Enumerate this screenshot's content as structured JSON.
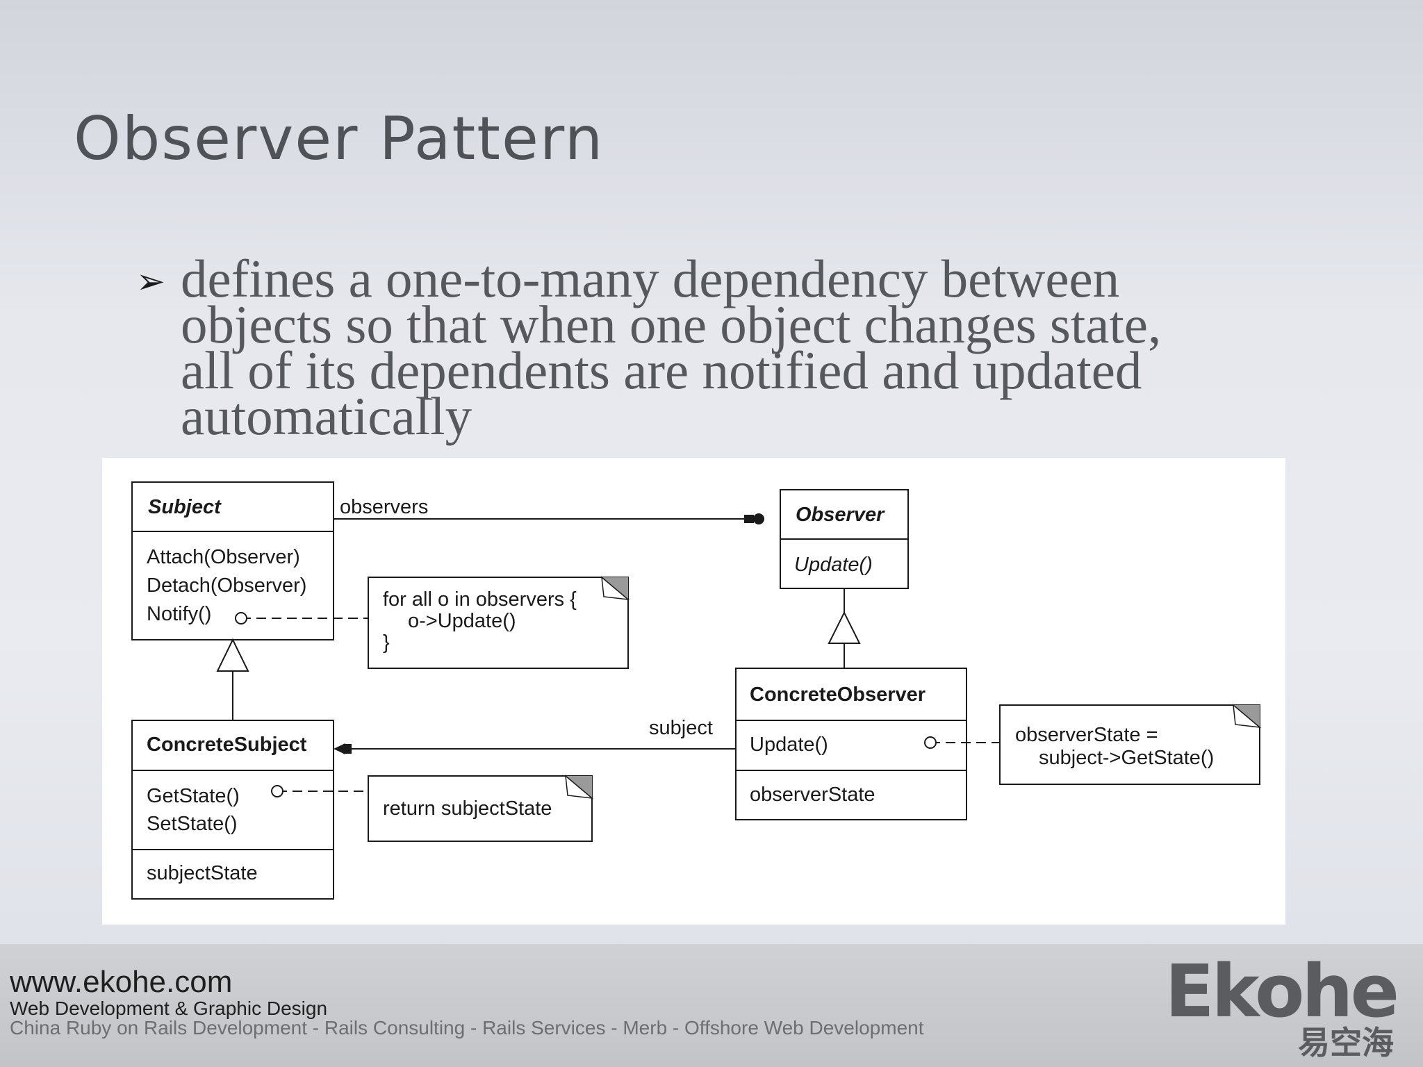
{
  "slide": {
    "title": "Observer Pattern",
    "bullet": "defines a one-to-many dependency between objects so that when one object changes state, all of its dependents are notified and updated automatically"
  },
  "diagram": {
    "subject": {
      "name": "Subject",
      "ops": [
        "Attach(Observer)",
        "Detach(Observer)",
        "Notify()"
      ]
    },
    "observer": {
      "name": "Observer",
      "ops": [
        "Update()"
      ]
    },
    "concrete_subject": {
      "name": "ConcreteSubject",
      "ops": [
        "GetState()",
        "SetState()"
      ],
      "state": "subjectState"
    },
    "concrete_observer": {
      "name": "ConcreteObserver",
      "ops": [
        "Update()"
      ],
      "state": "observerState"
    },
    "notes": {
      "notify": [
        "for all o in observers {",
        "o->Update()",
        "}"
      ],
      "getstate": "return subjectState",
      "update": [
        "observerState =",
        "subject->GetState()"
      ]
    },
    "roles": {
      "observers": "observers",
      "subject": "subject"
    }
  },
  "footer": {
    "url": "www.ekohe.com",
    "tagline": "Web Development & Graphic Design",
    "services": "China Ruby on Rails Development - Rails Consulting - Rails Services - Merb - Offshore Web Development",
    "brand": "Ekohe",
    "brand_chinese": "易空海"
  },
  "colors": {
    "background": "#e6e8ee",
    "title": "#4f5256",
    "text": "#55585c",
    "footer": "#c8cacd",
    "logo": "#5a5c60"
  }
}
